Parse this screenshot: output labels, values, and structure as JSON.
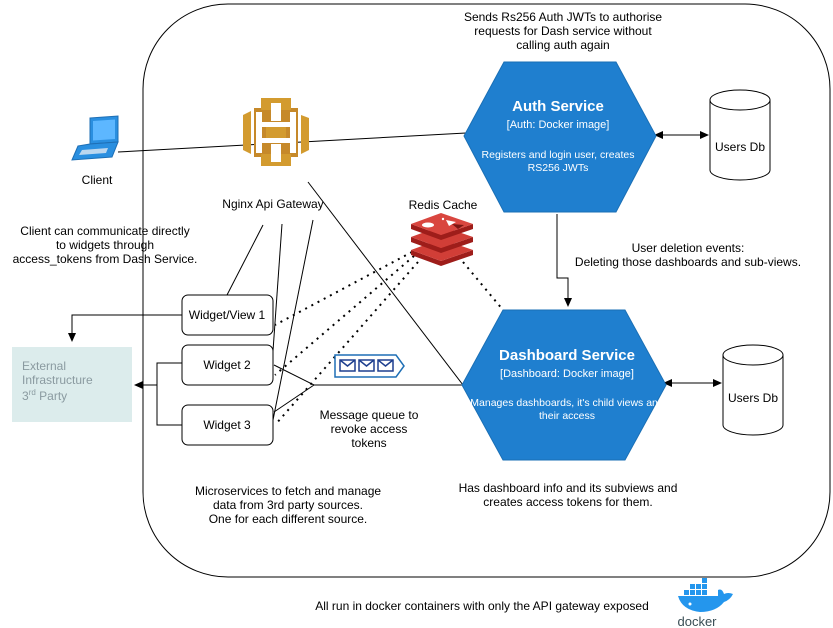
{
  "notes": {
    "auth_note": [
      "Sends Rs256 Auth JWTs to authorise",
      "requests for Dash service without",
      "calling auth again"
    ],
    "client_note": [
      "Client can communicate directly",
      "to widgets through",
      "access_tokens from Dash Service."
    ],
    "deletion_note": [
      "User deletion events:",
      "Deleting those dashboards and sub-views."
    ],
    "queue_note": [
      "Message queue to",
      "revoke access",
      "tokens"
    ],
    "microservices_note": [
      "Microservices to fetch and manage",
      "data from 3rd party sources.",
      "One for each different source."
    ],
    "dashboard_note": [
      "Has dashboard info and its subviews and",
      "creates access tokens for them."
    ],
    "footer": "All run in docker containers with only the API gateway exposed"
  },
  "client": {
    "label": "Client"
  },
  "gateway": {
    "label": "Nginx Api Gateway"
  },
  "redis": {
    "label": "Redis Cache"
  },
  "auth_service": {
    "title": "Auth Service",
    "subtitle": "[Auth: Docker image]",
    "desc": [
      "Registers and login user, creates",
      "RS256 JWTs"
    ]
  },
  "dashboard_service": {
    "title": "Dashboard Service",
    "subtitle": "[Dashboard: Docker image]",
    "desc": [
      "Manages dashboards, it's child views and",
      "their access"
    ]
  },
  "users_db_auth": {
    "label": "Users Db"
  },
  "users_db_dash": {
    "label": "Users Db"
  },
  "widgets": [
    "Widget/View 1",
    "Widget 2",
    "Widget 3"
  ],
  "external": {
    "line1": "External",
    "line2": "Infrastructure",
    "line3_main": "3",
    "line3_sup": "rd",
    "line3_end": " Party"
  },
  "docker_logo": {
    "text": "docker"
  },
  "colors": {
    "hexagon": "#1f7fcf",
    "gateway": "#d39b2f",
    "redis": "#c4302b",
    "external_fill": "#dcecec",
    "docker": "#2496ed"
  }
}
